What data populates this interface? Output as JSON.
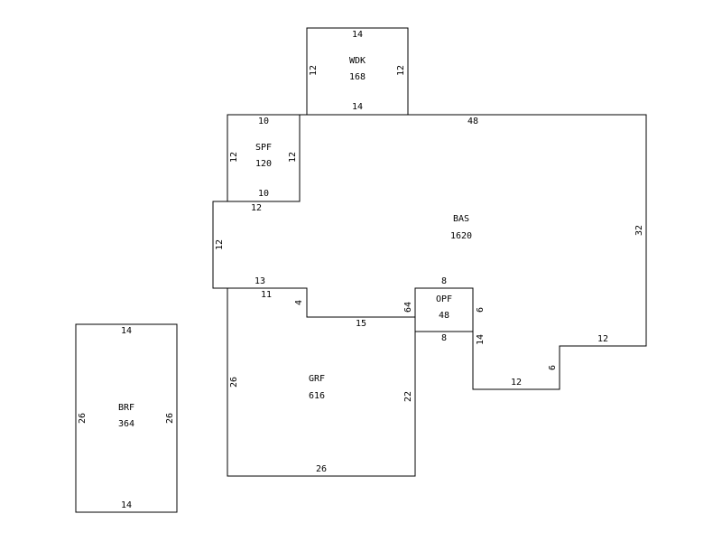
{
  "colors": {
    "background": "#ffffff",
    "line": "#000000",
    "text": "#000000"
  },
  "areas": [
    {
      "code": "WDK",
      "sqft": "168"
    },
    {
      "code": "SPF",
      "sqft": "120"
    },
    {
      "code": "BAS",
      "sqft": "1620"
    },
    {
      "code": "OPF",
      "sqft": "48"
    },
    {
      "code": "GRF",
      "sqft": "616"
    },
    {
      "code": "BRF",
      "sqft": "364"
    }
  ],
  "dims": {
    "wdk_top": "14",
    "wdk_left": "12",
    "wdk_right": "12",
    "wdk_bottom": "14",
    "spf_top": "10",
    "spf_left": "12",
    "spf_right": "12",
    "spf_bottom": "10",
    "bas_top": "48",
    "bas_right": "32",
    "bas_step_top": "12",
    "bas_step_riser": "6",
    "bas_step_bottom": "12",
    "bas_notch_14": "14",
    "bas_notch_6": "6",
    "bas_left_top": "12",
    "bas_left_side": "12",
    "bas_left_bottom": "13",
    "bas_opf_side": "64",
    "opf_top": "8",
    "opf_bottom": "8",
    "grf_top": "11",
    "grf_notch": "4",
    "grf_notch_bottom": "15",
    "grf_left": "26",
    "grf_right": "22",
    "grf_bottom": "26",
    "brf_top": "14",
    "brf_left": "26",
    "brf_right": "26",
    "brf_bottom": "14"
  }
}
